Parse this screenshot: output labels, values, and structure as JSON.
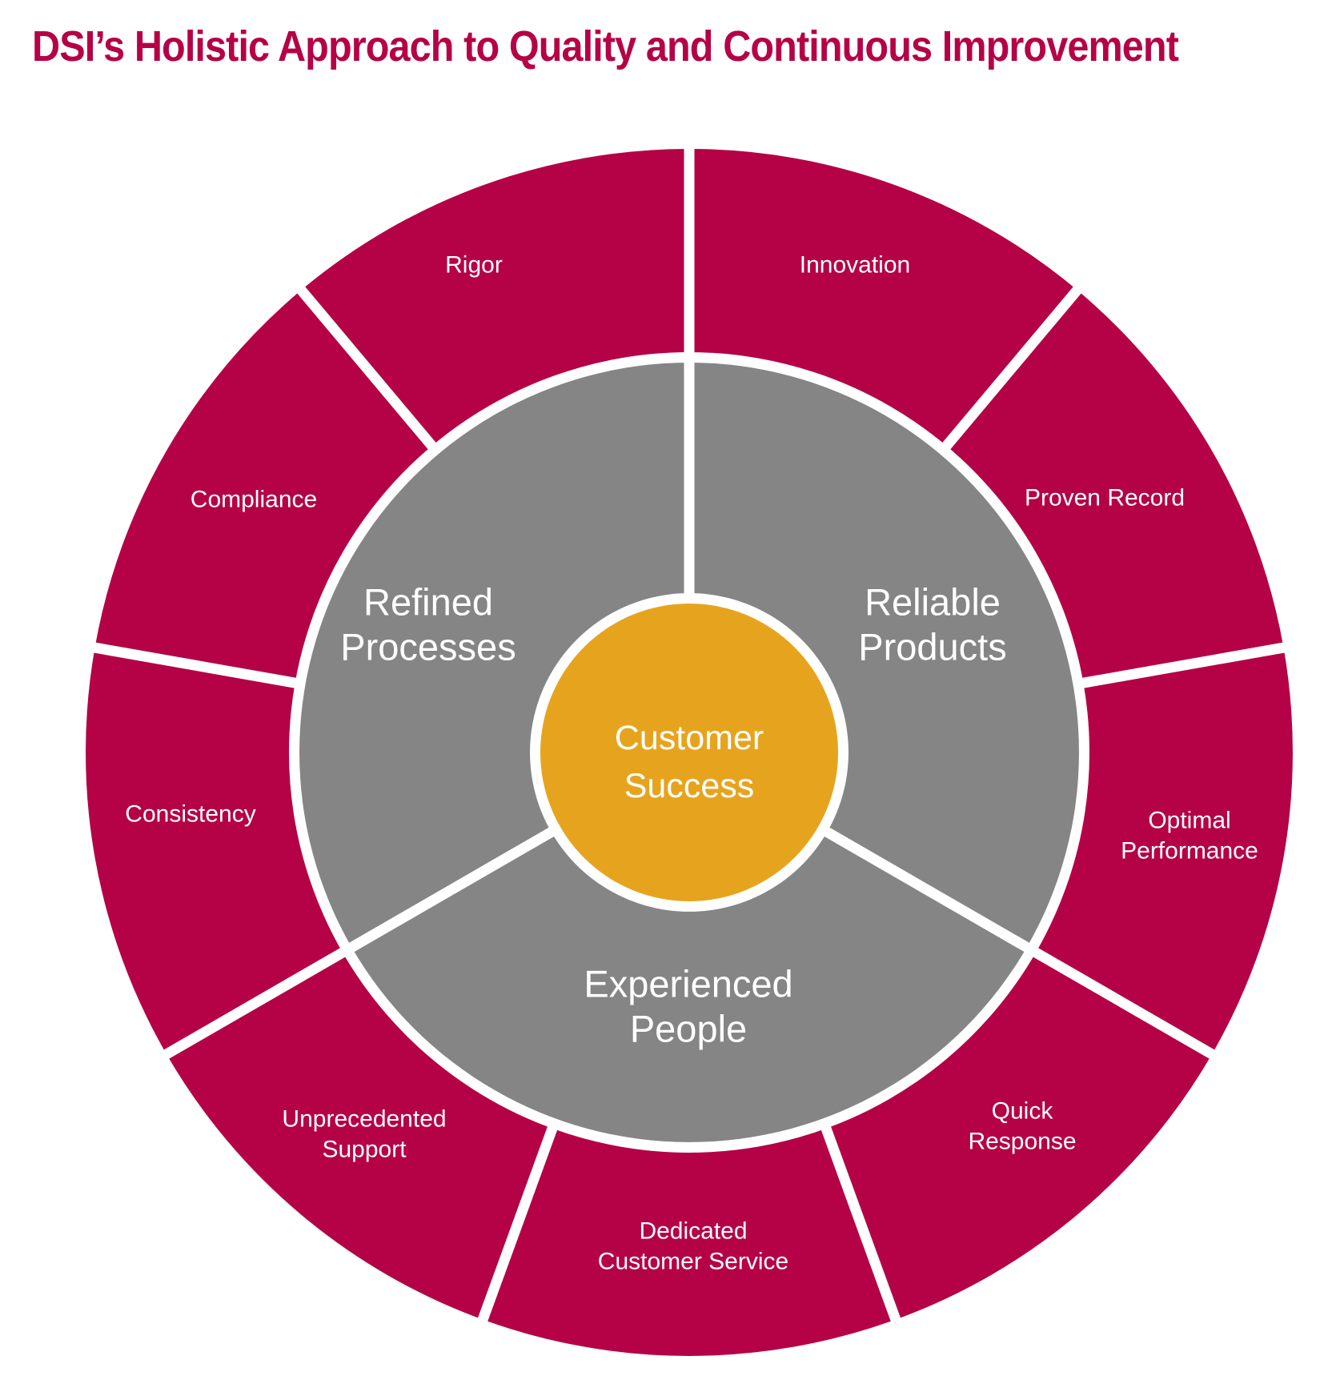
{
  "title": "DSI’s Holistic Approach to Quality and Continuous Improvement",
  "colors": {
    "outer_ring": "#B50246",
    "inner_ring": "#858585",
    "center_circle": "#E6A41E",
    "title_text": "#B50246",
    "label_text": "#FFFFFF",
    "background": "#FFFFFF",
    "divider": "#FFFFFF"
  },
  "center_circle": {
    "label_lines": [
      "Customer",
      "Success"
    ]
  },
  "inner_ring": {
    "segments": [
      {
        "label_lines": [
          "Refined",
          "Processes"
        ]
      },
      {
        "label_lines": [
          "Reliable",
          "Products"
        ]
      },
      {
        "label_lines": [
          "Experienced",
          "People"
        ]
      }
    ]
  },
  "outer_ring": {
    "segments": [
      {
        "label_lines": [
          "Innovation"
        ]
      },
      {
        "label_lines": [
          "Proven Record"
        ]
      },
      {
        "label_lines": [
          "Optimal",
          "Performance"
        ]
      },
      {
        "label_lines": [
          "Quick",
          "Response"
        ]
      },
      {
        "label_lines": [
          "Dedicated",
          "Customer Service"
        ]
      },
      {
        "label_lines": [
          "Unprecedented",
          "Support"
        ]
      },
      {
        "label_lines": [
          "Consistency"
        ]
      },
      {
        "label_lines": [
          "Compliance"
        ]
      },
      {
        "label_lines": [
          "Rigor"
        ]
      }
    ]
  }
}
